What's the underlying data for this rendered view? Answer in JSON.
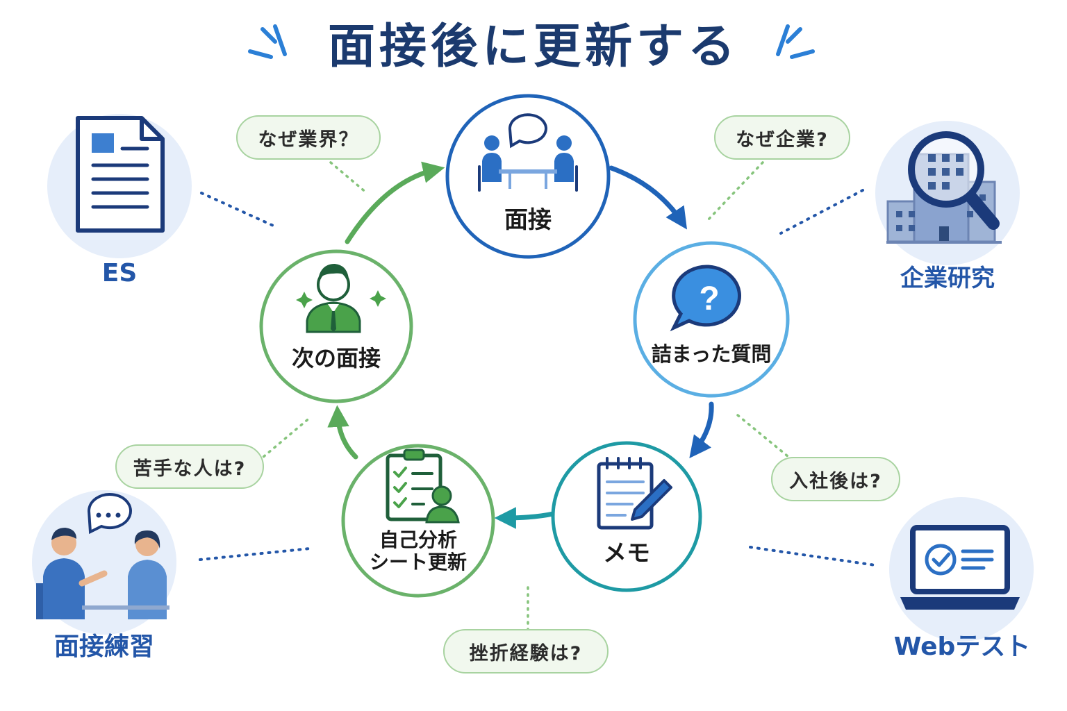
{
  "title": "面接後に更新する",
  "cycle": {
    "interview": "面接",
    "stuck_question": "詰まった質問",
    "memo": "メモ",
    "self_analysis_line1": "自己分析",
    "self_analysis_line2": "シート更新",
    "next_interview": "次の面接"
  },
  "sources": {
    "es": "ES",
    "company_research": "企業研究",
    "interview_practice": "面接練習",
    "web_test": "Webテスト"
  },
  "questions": {
    "why_industry": "なぜ業界？",
    "why_company": "なぜ企業?",
    "after_joining": "入社後は?",
    "failure_experience": "挫折経験は?",
    "difficult_people": "苦手な人は?"
  },
  "colors": {
    "title": "#1b3a6e",
    "blue_dark": "#1f63b8",
    "blue_light": "#5aaee3",
    "teal": "#1e9aa4",
    "green": "#5aaa5a",
    "pill_border": "#a8d3a0",
    "pill_fill": "#f1f8ee",
    "source_bg": "#e6eefa",
    "source_text": "#2356a8"
  }
}
